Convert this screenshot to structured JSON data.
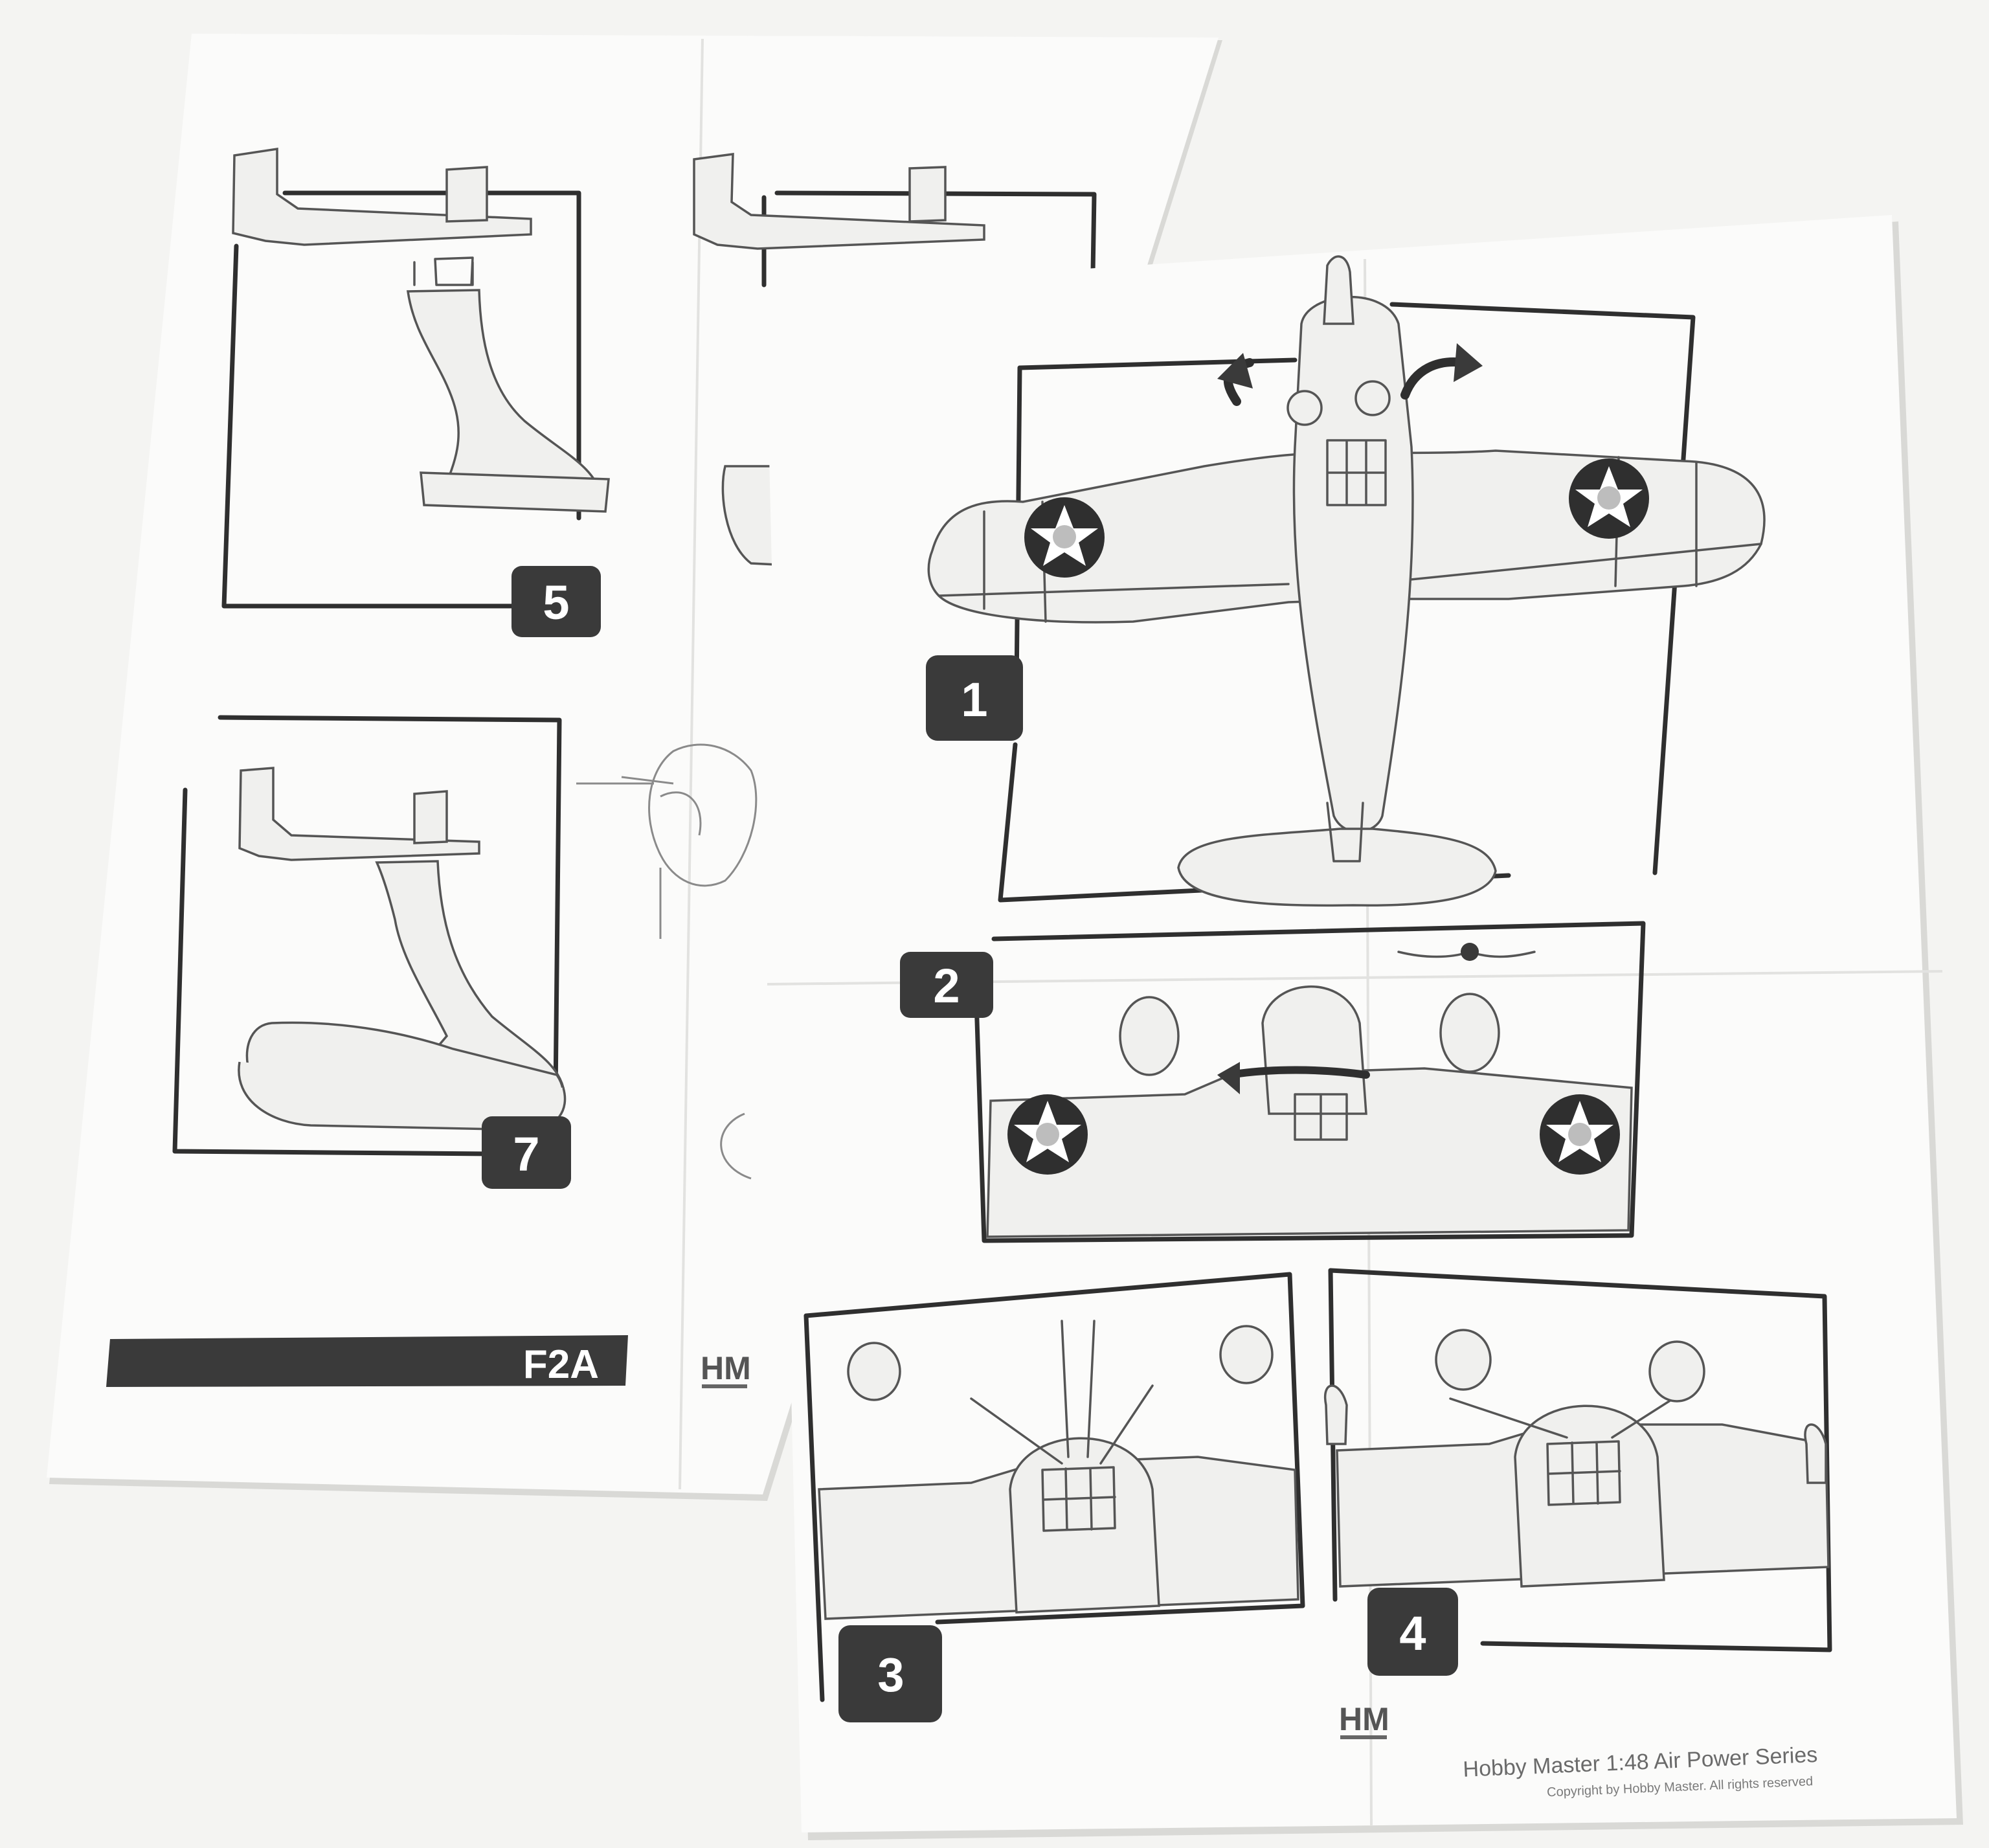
{
  "back_sheet": {
    "step_numbers": [
      "5",
      "7"
    ],
    "model_label": "F2A",
    "logo": "HM"
  },
  "front_sheet": {
    "step_numbers": [
      "1",
      "2",
      "3",
      "4"
    ],
    "logo": "HM",
    "footer_title": "Hobby Master 1:48 Air Power Series",
    "footer_copyright": "Copyright by Hobby Master. All rights reserved"
  },
  "colors": {
    "paper": "#fbfbfa",
    "line_art": "#2f2f2f",
    "badge": "#3a3a3a",
    "background": "#f4f4f2"
  }
}
